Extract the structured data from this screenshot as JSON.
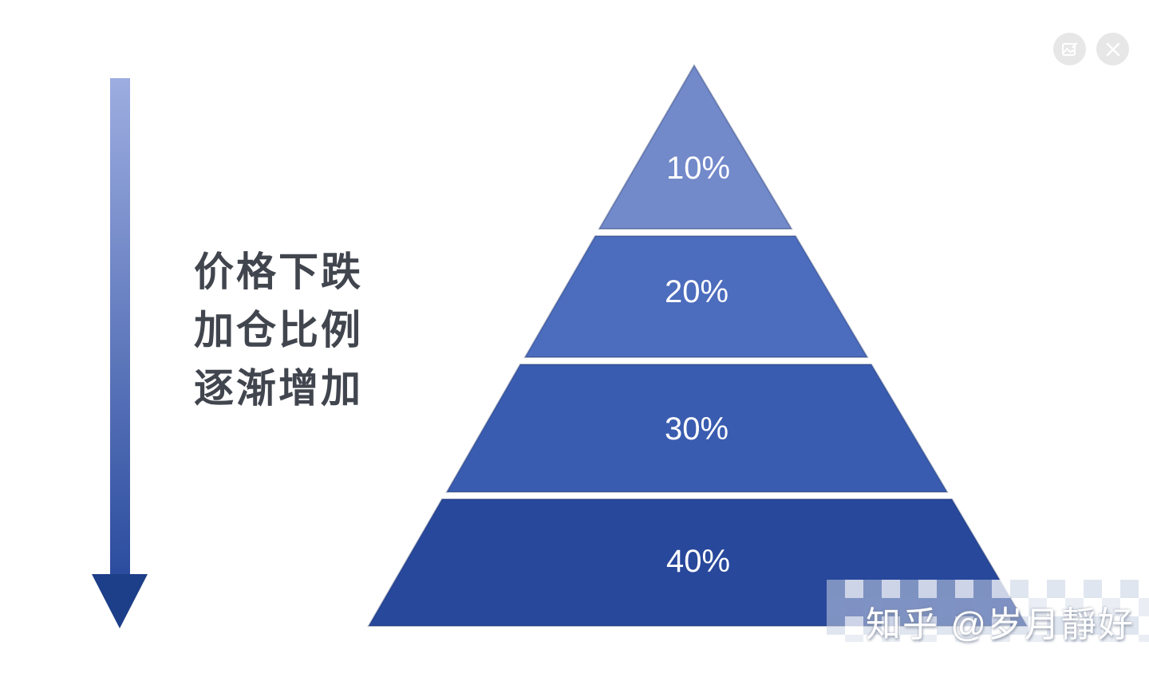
{
  "toolbar": {
    "icons": [
      "edit-image-icon",
      "close-icon"
    ]
  },
  "caption": {
    "lines": [
      "价格下跌",
      "加仓比例",
      "逐渐增加"
    ],
    "color": "#41454e"
  },
  "arrow": {
    "direction": "down",
    "from_color": "#9dade0",
    "to_color": "#2b4c9e",
    "head_color": "#1d3e88"
  },
  "pyramid": {
    "meaning": "position-adding ratio grows as price falls",
    "label_color": "#ffffff",
    "levels": [
      {
        "label": "10%",
        "color": "#7289ca"
      },
      {
        "label": "20%",
        "color": "#4c6cbd"
      },
      {
        "label": "30%",
        "color": "#3a5cb0"
      },
      {
        "label": "40%",
        "color": "#28489c"
      }
    ]
  },
  "watermark": {
    "text": "知乎 @岁月靜好",
    "color": "#ffffff"
  }
}
